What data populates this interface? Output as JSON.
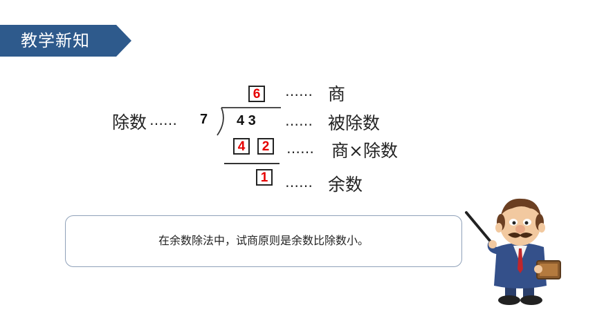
{
  "banner": {
    "title": "教学新知"
  },
  "division": {
    "quotient_label": "商",
    "dividend_label": "被除数",
    "product_label": "商×除数",
    "remainder_label": "余数",
    "divisor_label": "除数",
    "dots": "……",
    "divisor": "7",
    "dividend": "4 3",
    "quotient": "6",
    "product_tens": "4",
    "product_ones": "2",
    "remainder": "1"
  },
  "callout": {
    "text": "在余数除法中，试商原则是余数比除数小。"
  },
  "colors": {
    "banner": "#2e5a8c",
    "answer": "#e60000",
    "callout_border": "#8ea0b8"
  },
  "illustration": {
    "icon": "teacher-with-pointer-icon"
  }
}
